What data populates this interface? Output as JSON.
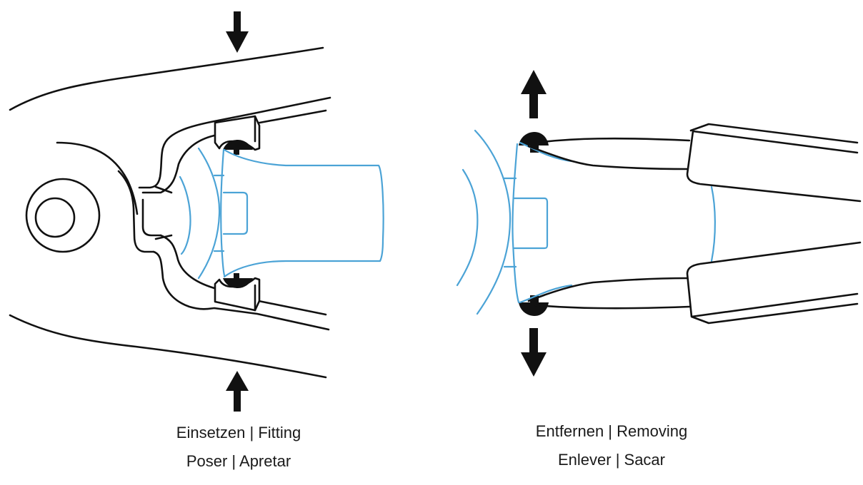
{
  "colors": {
    "ink": "#111111",
    "accent_blue": "#4ba3d6",
    "background": "#ffffff"
  },
  "panels": [
    {
      "id": "fitting",
      "caption_line1": "Einsetzen | Fitting",
      "caption_line2": "Poser | Apretar",
      "arrows": [
        "arrow-down-icon",
        "arrow-up-icon"
      ],
      "action": "squeeze pliers handles together"
    },
    {
      "id": "removing",
      "caption_line1": "Entfernen | Removing",
      "caption_line2": "Enlever | Sacar",
      "arrows": [
        "arrow-up-icon",
        "arrow-down-icon"
      ],
      "action": "spread pliers jaws apart"
    }
  ]
}
